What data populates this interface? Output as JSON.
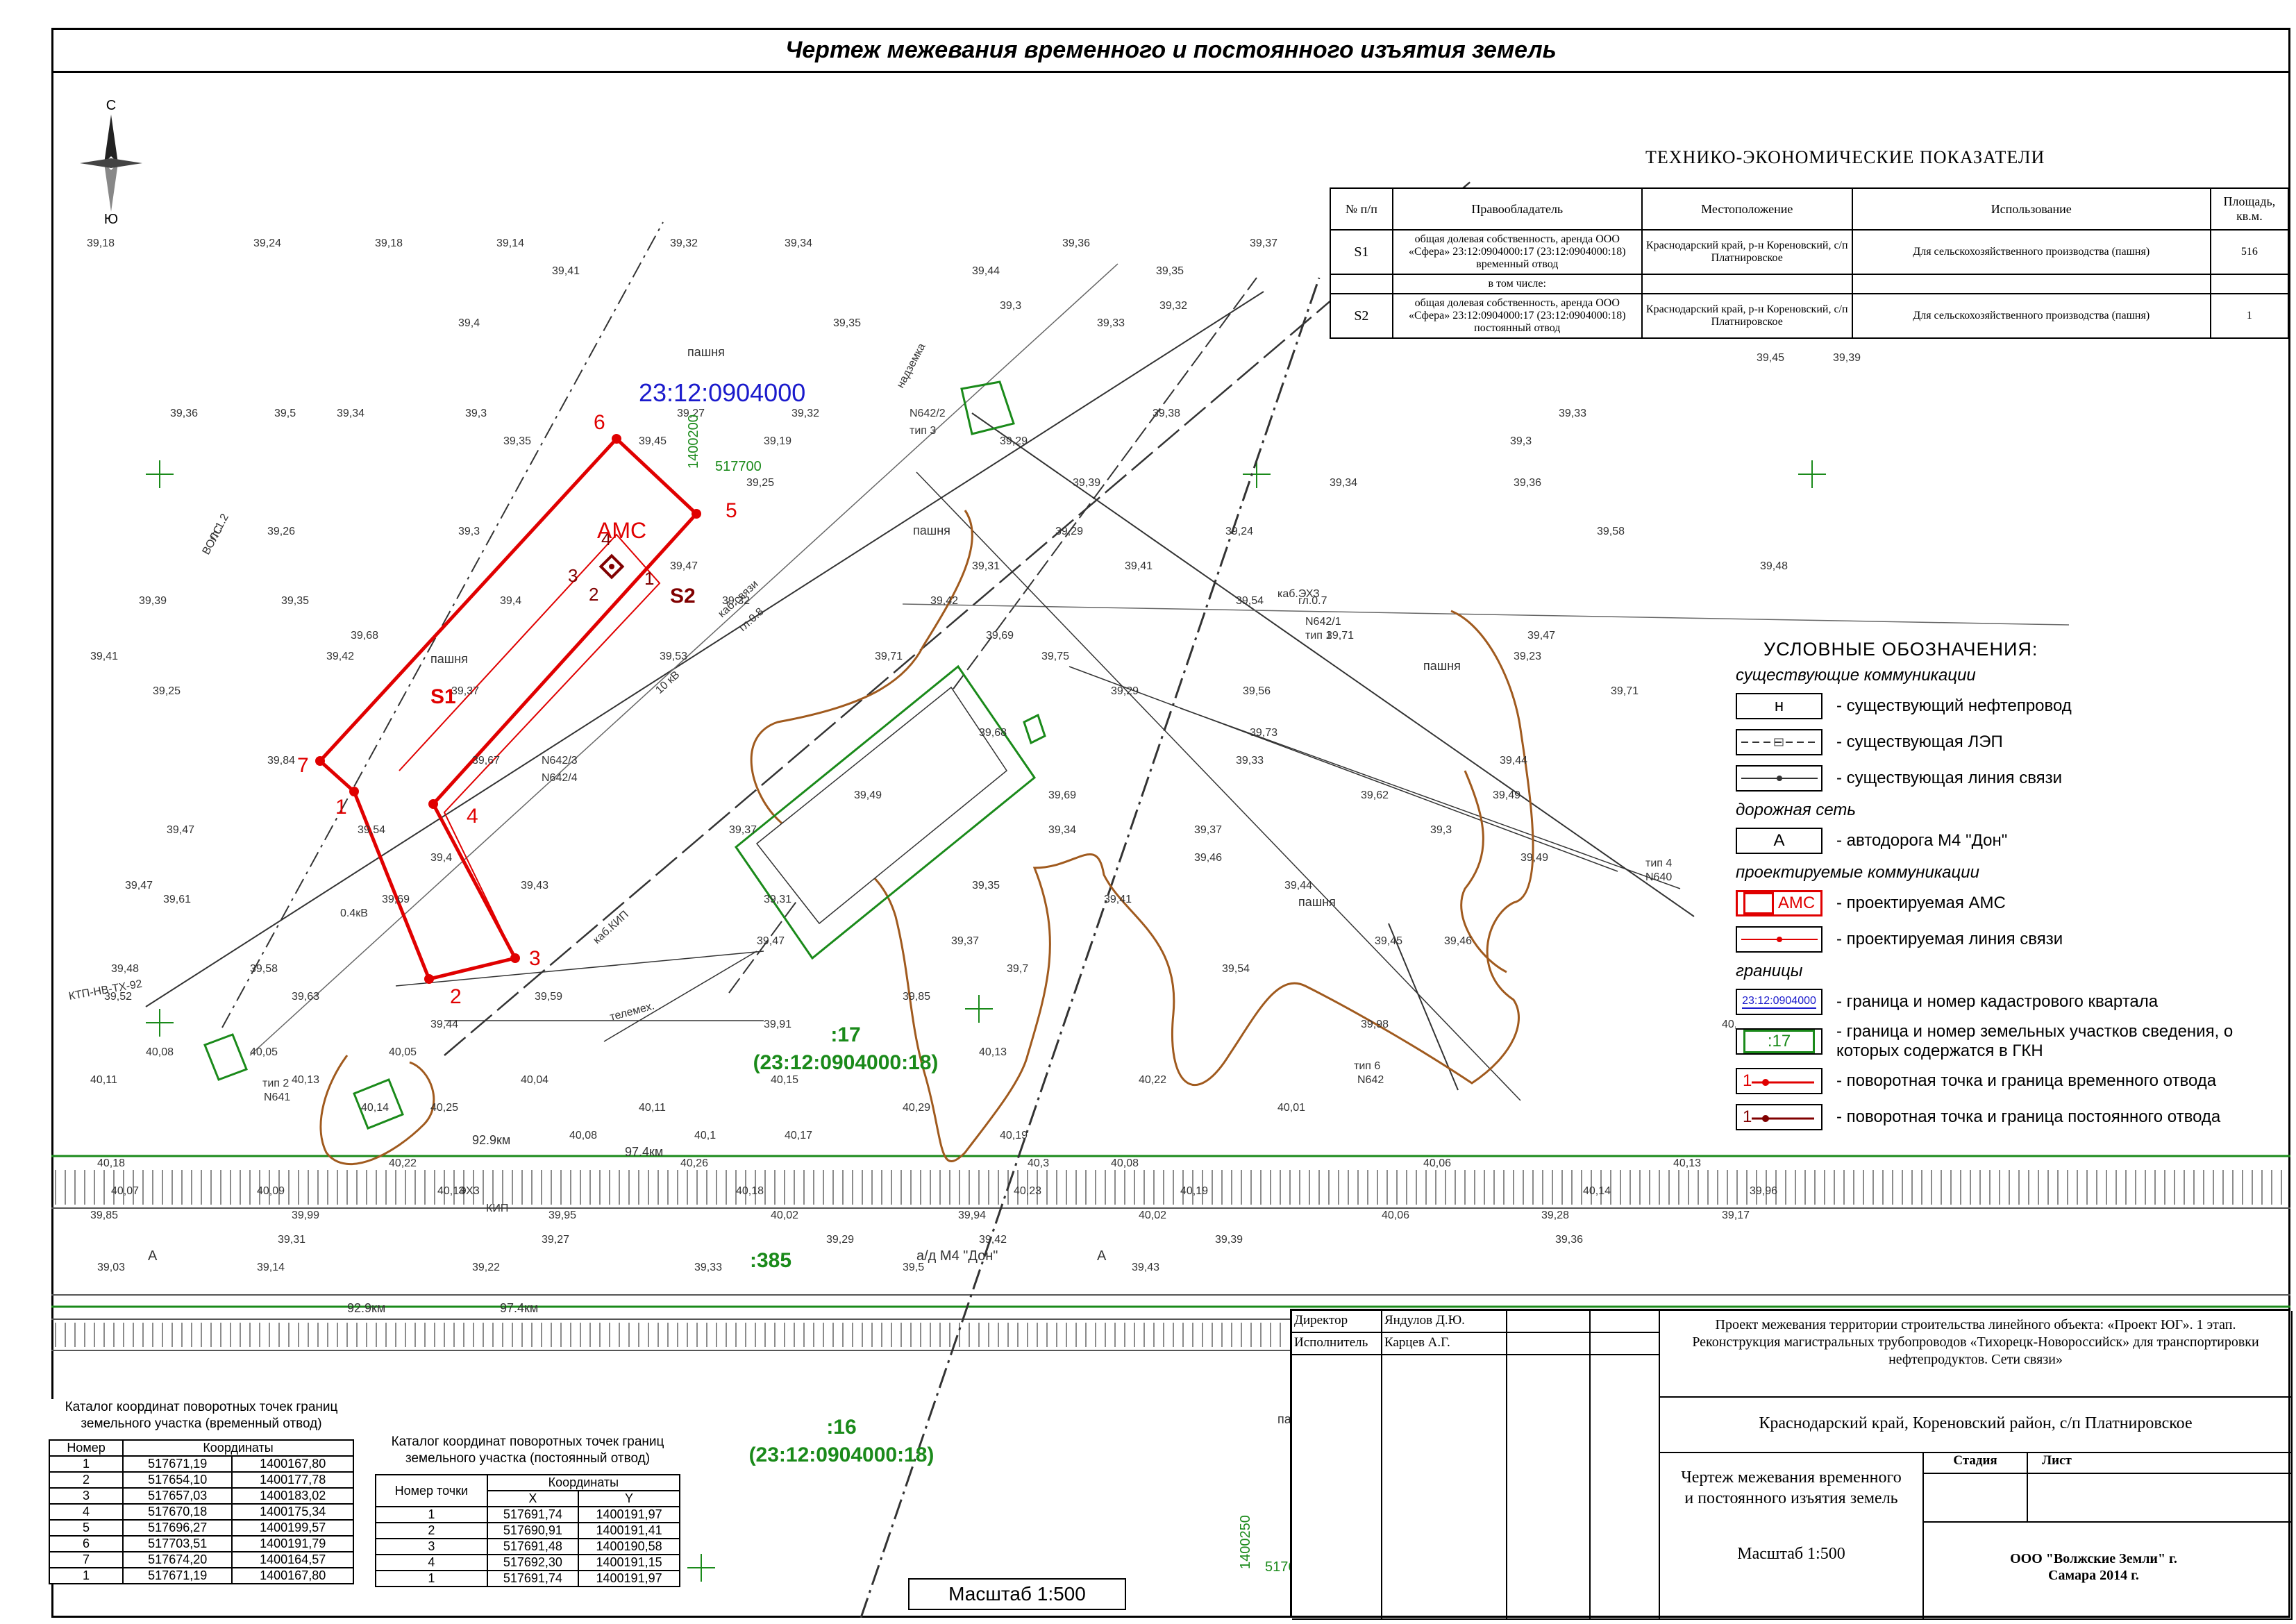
{
  "title": "Чертеж межевания временного и постоянного изъятия земель",
  "compass": {
    "north": "С",
    "south": "Ю"
  },
  "map": {
    "quarter_label": "23:12:0904000",
    "parcel_17": ":17",
    "parcel_17_full": "(23:12:0904000:18)",
    "parcel_16": ":16",
    "parcel_16_full": "(23:12:0904000:18)",
    "parcel_385": ":385",
    "s1": "S1",
    "s2": "S2",
    "ams": "АМС",
    "road_name": "а/д М4 \"Дон\"",
    "road_letter": "A",
    "field": "пашня",
    "grid_x": "517700",
    "grid_y": "1400200",
    "grid_y2": "1400250",
    "grid_x2": "5176",
    "km1": "92.9км",
    "km2": "97.4км",
    "points": [
      "1",
      "2",
      "3",
      "4",
      "5",
      "6",
      "7"
    ],
    "cable_labels": [
      "каб.ЭХЗ",
      "каб.связи",
      "каб.КИП",
      "0.4кВ",
      "10 кВ",
      "ВОЛС",
      "надземка",
      "телемех.",
      "гл.0.7",
      "гл.0.8",
      "гл.1.2"
    ],
    "mark_labels": [
      "N642/2",
      "тип 3",
      "N642/1",
      "тип 1",
      "N642/3",
      "N642/4",
      "тип 2",
      "N641",
      "тип 6",
      "N642",
      "тип 4",
      "N640",
      "КТП-НВ-ТХ-92",
      "КИП",
      "ЭХЗ"
    ],
    "elevations": [
      "39,18",
      "39,24",
      "39,18",
      "39,14",
      "39,32",
      "39,34",
      "39,36",
      "39,37",
      "39,31",
      "39,41",
      "39,44",
      "39,35",
      "39,3",
      "39,28",
      "39,3",
      "39,32",
      "39,31",
      "39,4",
      "39,35",
      "39,33",
      "39,45",
      "39,39",
      "39,36",
      "39,5",
      "39,34",
      "39,3",
      "39,27",
      "39,32",
      "39,38",
      "39,33",
      "39,35",
      "39,45",
      "39,19",
      "39,29",
      "39,3",
      "39,25",
      "39,39",
      "39,34",
      "39,36",
      "39,26",
      "39,3",
      "39,29",
      "39,24",
      "39,58",
      "39,47",
      "39,31",
      "39,41",
      "39,48",
      "39,39",
      "39,35",
      "39,4",
      "39,32",
      "39,42",
      "39,54",
      "39,68",
      "39,69",
      "39,71",
      "39,47",
      "39,41",
      "39,42",
      "39,53",
      "39,71",
      "39,75",
      "39,23",
      "39,25",
      "39,37",
      "39,29",
      "39,56",
      "39,71",
      "39,68",
      "39,73",
      "39,84",
      "39,67",
      "39,33",
      "39,44",
      "39,49",
      "39,69",
      "39,62",
      "39,49",
      "39,47",
      "39,54",
      "39,37",
      "39,34",
      "39,37",
      "39,3",
      "39,22",
      "39,4",
      "39,46",
      "39,49",
      "39,47",
      "39,43",
      "39,35",
      "39,44",
      "39,62",
      "39,61",
      "39,69",
      "39,31",
      "39,41",
      "39,47",
      "39,37",
      "39,45",
      "39,46",
      "39,48",
      "39,58",
      "39,7",
      "39,54",
      "39,52",
      "39,63",
      "39,59",
      "39,85",
      "39,44",
      "39,91",
      "39,98",
      "40,02",
      "40,08",
      "40,05",
      "40,05",
      "40,13",
      "40,11",
      "40,13",
      "40,04",
      "40,15",
      "40,22",
      "40,14",
      "40,25",
      "40,11",
      "40,29",
      "40,01",
      "40,08",
      "40,1",
      "40,17",
      "40,19",
      "40,18",
      "40,22",
      "40,26",
      "40,3",
      "40,08",
      "40,06",
      "40,13",
      "40,07",
      "40,09",
      "40,14",
      "40,18",
      "40,23",
      "40,19",
      "40,14",
      "39,96",
      "39,85",
      "39,99",
      "39,95",
      "40,02",
      "39,94",
      "40,02",
      "40,06",
      "39,28",
      "39,17",
      "39,31",
      "39,27",
      "39,29",
      "39,42",
      "39,39",
      "39,36",
      "39,03",
      "39,14",
      "39,22",
      "39,33",
      "39,5",
      "39,43"
    ]
  },
  "tep": {
    "title": "ТЕХНИКО-ЭКОНОМИЧЕСКИЕ ПОКАЗАТЕЛИ",
    "headers": [
      "№ п/п",
      "Правообладатель",
      "Местоположение",
      "Использование",
      "Площадь, кв.м."
    ],
    "rows": [
      {
        "num": "S1",
        "owner": "общая долевая собственность, аренда ООО «Сфера» 23:12:0904000:17 (23:12:0904000:18) временный отвод",
        "location": "Краснодарский край, р-н Кореновский, с/п Платнировское",
        "use": "Для сельскохозяйственного производства (пашня)",
        "area": "516"
      },
      {
        "num": "S2",
        "owner": "общая долевая собственность, аренда ООО «Сфера» 23:12:0904000:17 (23:12:0904000:18) постоянный отвод",
        "location": "Краснодарский край, р-н Кореновский, с/п Платнировское",
        "use": "Для сельскохозяйственного производства (пашня)",
        "area": "1"
      }
    ],
    "subrow": "в том числе:"
  },
  "legend": {
    "title": "УСЛОВНЫЕ ОБОЗНАЧЕНИЯ:",
    "sec1": "существующие коммуникации",
    "item_oil_sym": "н",
    "item_oil": "- существующий нефтепровод",
    "item_power": "- существующая ЛЭП",
    "item_comm": "- существующая линия связи",
    "sec2": "дорожная сеть",
    "item_road_sym": "А",
    "item_road": "- автодорога М4 \"Дон\"",
    "sec3": "проектируемые коммуникации",
    "item_ams_sym": "АМС",
    "item_ams": "- проектируемая АМС",
    "item_newcomm": "- проектируемая линия связи",
    "sec4": "границы",
    "item_quarter_sym": "23:12:0904000",
    "item_quarter": "- граница и номер кадастрового квартала",
    "item_parcel_sym": ":17",
    "item_parcel": "- граница и номер земельных участков сведения, о которых содержатся в  ГКН",
    "item_temp_sym": "1",
    "item_temp": "- поворотная точка и граница временного отвода",
    "item_perm_sym": "1",
    "item_perm": "- поворотная точка и граница постоянного отвода"
  },
  "catalog_temp": {
    "title": "Каталог координат поворотных точек границ земельного участка (временный отвод)",
    "h_num": "Номер",
    "h_coords": "Координаты",
    "rows": [
      [
        "1",
        "517671,19",
        "1400167,80"
      ],
      [
        "2",
        "517654,10",
        "1400177,78"
      ],
      [
        "3",
        "517657,03",
        "1400183,02"
      ],
      [
        "4",
        "517670,18",
        "1400175,34"
      ],
      [
        "5",
        "517696,27",
        "1400199,57"
      ],
      [
        "6",
        "517703,51",
        "1400191,79"
      ],
      [
        "7",
        "517674,20",
        "1400164,57"
      ],
      [
        "1",
        "517671,19",
        "1400167,80"
      ]
    ]
  },
  "catalog_perm": {
    "title": "Каталог координат поворотных точек границ земельного участка (постоянный отвод)",
    "h_num": "Номер точки",
    "h_coords": "Координаты",
    "h_x": "X",
    "h_y": "Y",
    "rows": [
      [
        "1",
        "517691,74",
        "1400191,97"
      ],
      [
        "2",
        "517690,91",
        "1400191,41"
      ],
      [
        "3",
        "517691,48",
        "1400190,58"
      ],
      [
        "4",
        "517692,30",
        "1400191,15"
      ],
      [
        "1",
        "517691,74",
        "1400191,97"
      ]
    ]
  },
  "stamp": {
    "director_role": "Директор",
    "director_name": "Яндулов Д.Ю.",
    "executor_role": "Исполнитель",
    "executor_name": "Карцев А.Г.",
    "project": "Проект межевания  территории строительства линейного объекта: «Проект ЮГ». 1 этап. Реконструкция магистральных трубопроводов «Тихорецк-Новороссийск» для транспортировки нефтепродуктов. Сети связи»",
    "location": "Краснодарский край, Кореновский район, с/п Платнировское",
    "drawing": "Чертеж межевания временного и постоянного изъятия земель",
    "scale": "Масштаб 1:500",
    "stage": "Стадия",
    "sheet": "Лист",
    "org": "ООО \"Волжские Земли\" г. Самара 2014 г."
  },
  "scale_box": "Масштаб 1:500",
  "colors": {
    "red": "#e00000",
    "green": "#1a8a1a",
    "blue": "#1a1acc",
    "brown": "#a05a1e",
    "darkred": "#800000"
  }
}
